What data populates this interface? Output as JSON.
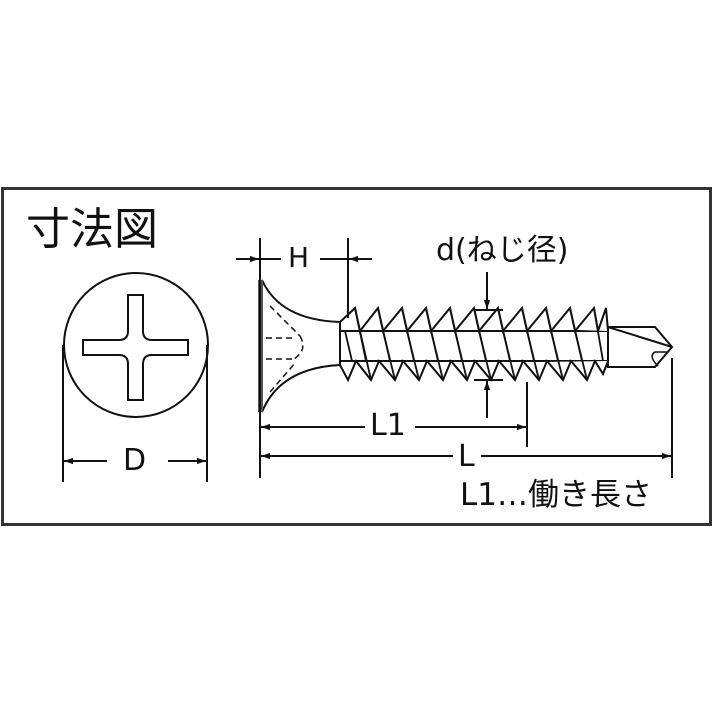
{
  "diagram": {
    "title": "寸法図",
    "type": "screw-dimension-drawing",
    "subject": "drill-point drywall screw (Phillips bugle head)",
    "colors": {
      "line": "#111111",
      "background": "#ffffff",
      "frame": "#333333",
      "head_shade": "#555555"
    },
    "top_view": {
      "drive": "phillips-cross",
      "dimension": {
        "label": "D"
      }
    },
    "side_view": {
      "dimensions": {
        "head_height": {
          "label": "H"
        },
        "thread_diameter": {
          "label": "d(ねじ径)"
        },
        "working_length": {
          "label": "L1"
        },
        "total_length": {
          "label": "L"
        }
      },
      "note": "L1…働き長さ"
    }
  }
}
